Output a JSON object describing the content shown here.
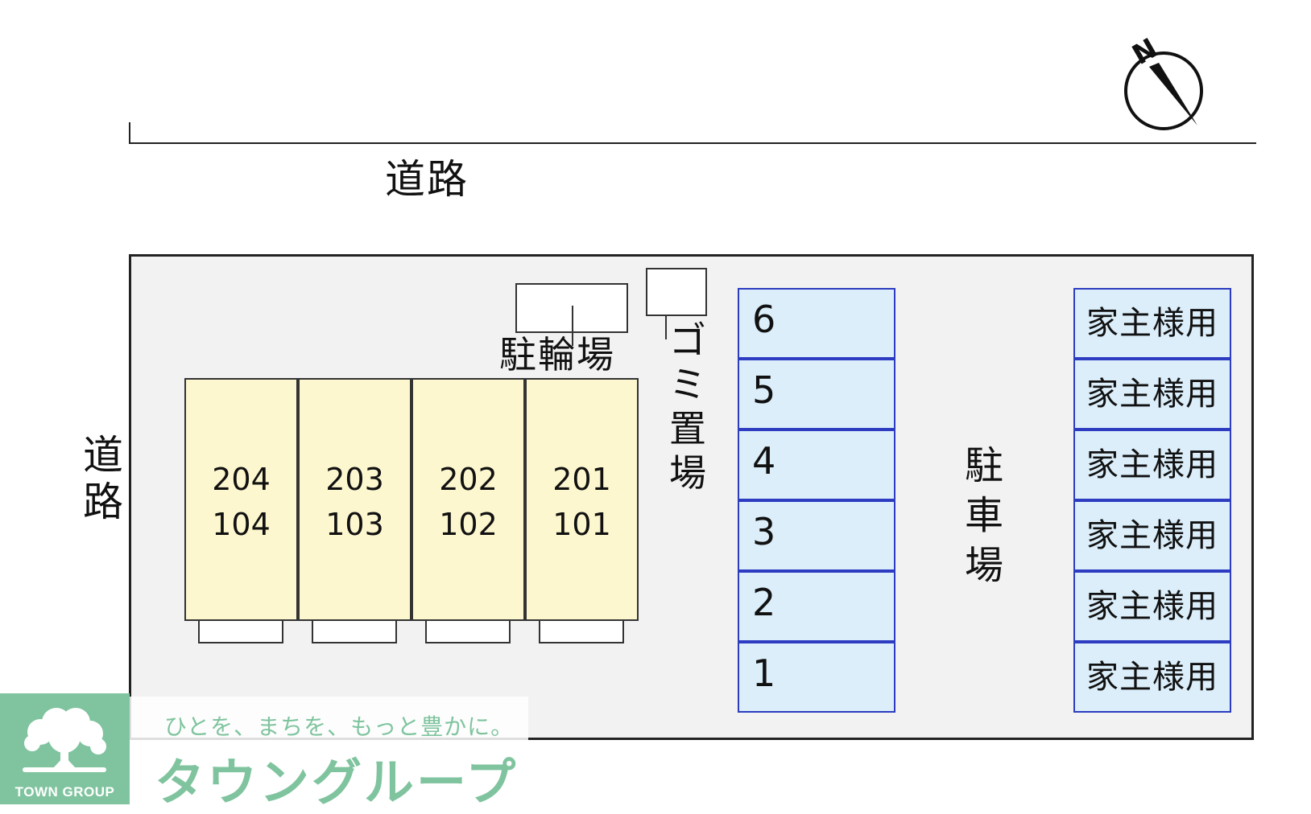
{
  "road_top": {
    "label": "道路"
  },
  "road_left": {
    "label": "道\n路"
  },
  "compass": {
    "north_label": "N"
  },
  "units": [
    {
      "upper": "204",
      "lower": "104"
    },
    {
      "upper": "203",
      "lower": "103"
    },
    {
      "upper": "202",
      "lower": "102"
    },
    {
      "upper": "201",
      "lower": "101"
    }
  ],
  "bike_parking": {
    "label": "駐輪場"
  },
  "garbage": {
    "label": "ゴミ置場"
  },
  "parking": {
    "label": "駐車場",
    "spots": [
      "6",
      "5",
      "4",
      "3",
      "2",
      "1"
    ],
    "owner_slots": [
      "家主様用",
      "家主様用",
      "家主様用",
      "家主様用",
      "家主様用",
      "家主様用"
    ]
  },
  "logo": {
    "company": "TOWN GROUP",
    "slogan": "ひとを、まちを、もっと豊かに。",
    "brand_jp": "タウングループ",
    "color": "#7fc49e"
  }
}
